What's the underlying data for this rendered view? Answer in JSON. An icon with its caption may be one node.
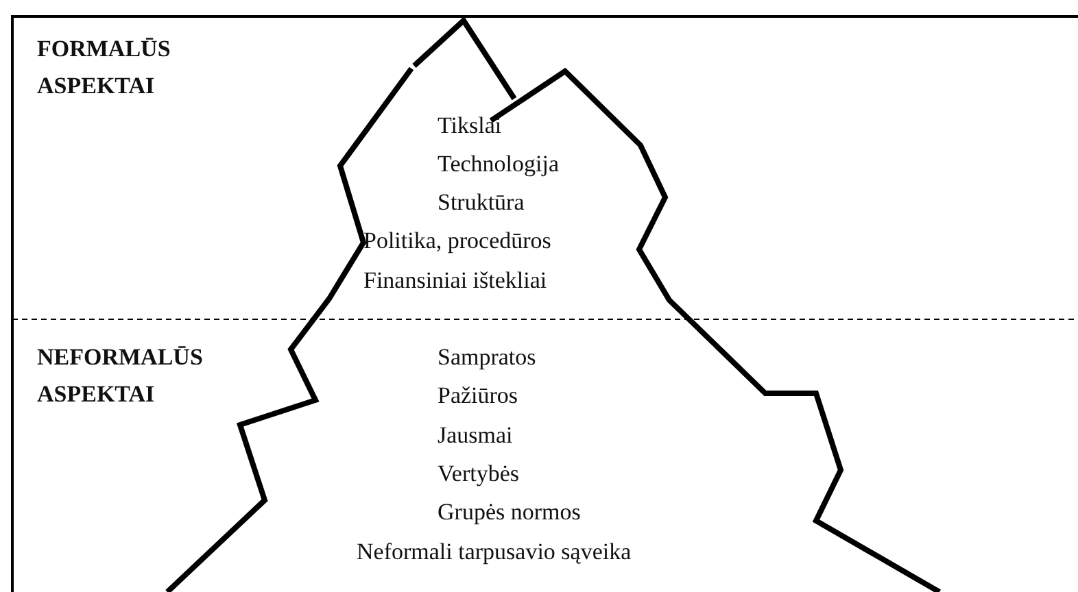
{
  "diagram": {
    "labels": [
      "FORMALŪS ASPEKTAI",
      "Tikslai",
      "Technologija",
      "Struktūra",
      "Politika, procedūros",
      "Finansiniai ištekliai",
      "NEFORMALŪS ASPEKTAI",
      "Sampratos",
      "Pažiūros",
      "Jausmai",
      "Vertybės",
      "Grupės normos",
      "Neformali tarpusavio sąveika"
    ]
  }
}
